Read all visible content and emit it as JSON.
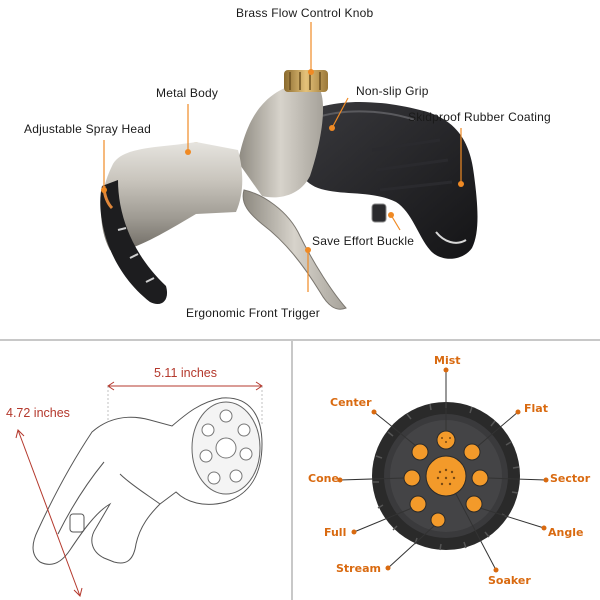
{
  "product_callouts": {
    "knob": "Brass Flow Control Knob",
    "body": "Metal Body",
    "grip": "Non-slip Grip",
    "head": "Adjustable Spray Head",
    "coating": "Skidproof Rubber Coating",
    "buckle": "Save Effort Buckle",
    "trigger": "Ergonomic Front Trigger"
  },
  "dimensions": {
    "width": "5.11 inches",
    "height": "4.72 inches"
  },
  "spray_patterns": {
    "mist": "Mist",
    "center": "Center",
    "flat": "Flat",
    "cone": "Cone",
    "sector": "Sector",
    "full": "Full",
    "angle": "Angle",
    "stream": "Stream",
    "soaker": "Soaker"
  },
  "colors": {
    "callout_accent": "#f08a24",
    "dimension_red": "#b4382c",
    "pattern_orange": "#d96a10",
    "nozzle_orange": "#f39a2a",
    "divider": "#c8c8c8"
  }
}
